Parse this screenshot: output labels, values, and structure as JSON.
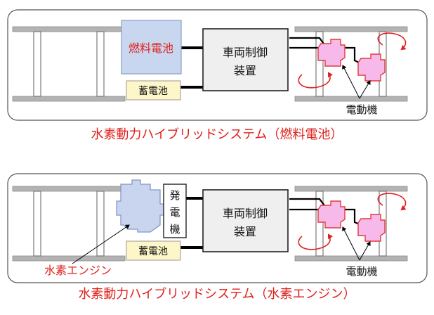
{
  "panel_fuel_cell": {
    "fuel_cell_label": "燃料電池",
    "battery_label": "蓄電池",
    "controller_line1": "車両制御",
    "controller_line2": "装置",
    "motor_label": "電動機",
    "caption": "水素動力ハイブリッドシステム（燃料電池）"
  },
  "panel_engine": {
    "generator_label": [
      "発",
      "電",
      "機"
    ],
    "battery_label": "蓄電池",
    "controller_line1": "車両制御",
    "controller_line2": "装置",
    "engine_label": "水素エンジン",
    "motor_label": "電動機",
    "caption": "水素動力ハイブリッドシステム（水素エンジン）"
  },
  "colors": {
    "caption_red": "#e0201b",
    "fuel_cell_blue": "#c8d7ef",
    "battery_yellow": "#fdf6c8",
    "motor_pink": "#f6b9ea",
    "controller_gray": "#efefef"
  }
}
